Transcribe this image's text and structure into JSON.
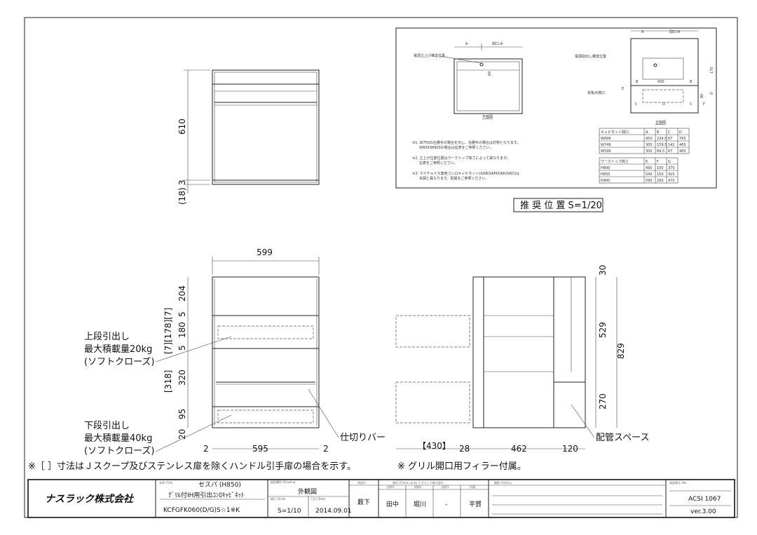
{
  "top_view": {
    "dims": [
      "610",
      "3",
      "(18)"
    ]
  },
  "inset": {
    "plan_label": "平面図",
    "front_label": "正面図",
    "opening_a": "間口-A",
    "a": "A",
    "b": "B",
    "c": "C",
    "d": "D",
    "e": "E",
    "f": "F",
    "g": "G",
    "power_up": "電源立上げ推奨位置",
    "power_out": "電源取出し推奨位置",
    "back_hole": "背板点検口",
    "dim_60": "60",
    "dim_430": "430",
    "dim_170": "170",
    "dim_80": "80",
    "notes": [
      "※1. W750の左勝手の場合を示し、右勝手の場合は対称となります。",
      "W600/W900の場合は右表をご参照ください。",
      "※2. 立上げ位置位置はワークトップ高さによって異なります。",
      "右表をご参照ください。",
      "※3. マイチョイス専用コンロキャビネット(GKB/GKM/GKK/GKD)は",
      "本図と異なります。別図をご参照ください。"
    ],
    "table1": {
      "headers": [
        "キャビネット間口",
        "A",
        "B",
        "C",
        "D"
      ],
      "rows": [
        [
          "W899",
          "450",
          "234.5",
          "67",
          "765"
        ],
        [
          "W749",
          "300",
          "159.5",
          "142",
          "465"
        ],
        [
          "W599",
          "300",
          "84.5",
          "67",
          "465"
        ]
      ]
    },
    "table2": {
      "headers": [
        "ワークトップ高さ",
        "E",
        "F",
        "G"
      ],
      "rows": [
        [
          "H800",
          "490",
          "100",
          "370"
        ],
        [
          "H850",
          "540",
          "150",
          "420"
        ],
        [
          "H900",
          "590",
          "200",
          "470"
        ]
      ]
    },
    "caption": "推 奨 位 置  S=1/20"
  },
  "front_view": {
    "width": "599",
    "left_dims": [
      "204",
      "5",
      "180",
      "5",
      "320",
      "95",
      "20"
    ],
    "bracket_upper": "[7][178][7]",
    "bracket_lower": "[318]",
    "bottom_dims": [
      "2",
      "595",
      "2"
    ],
    "upper_drawer": [
      "上段引出し",
      "最大積載量20kg",
      "(ソフトクローズ)"
    ],
    "lower_drawer": [
      "下段引出し",
      "最大積載量40kg",
      "(ソフトクローズ)"
    ],
    "divider": "仕切りバー"
  },
  "side_view": {
    "right_dims": [
      "30",
      "529",
      "829",
      "270"
    ],
    "bottom_dims": [
      "【430】",
      "28",
      "462",
      "120"
    ],
    "piping": "配管スペース"
  },
  "notes": {
    "left": "※［ ］寸法はＪスクープ及びステンレス扉を除くハンドル引手扉の場合を示す。",
    "right": "※ グリル開口用フィラー付属。"
  },
  "title_block": {
    "company": "ナスラック株式会社",
    "name_caption": "名称 /Title",
    "name": "セスパ (H850)",
    "subtitle": "ｸﾞﾘﾙ付IH用引出ｺﾝﾛｷｬﾋﾞﾈｯﾄ",
    "model": "KCFGFK060(D/G)S☆1※K",
    "drawing_caption": "図面種別 /Drawing",
    "drawing_type": "外観図",
    "scale_caption": "縮尺 /Scale",
    "scale": "S=1/10",
    "date_caption": "日付 /Date",
    "date": "2014.09.01",
    "approval_caption": "承認印",
    "approval": "薮下",
    "check_caption": "検印 /Check up by ナスラック株式会社",
    "checkers": [
      {
        "role": "技術3",
        "name": "田中"
      },
      {
        "role": "技術2",
        "name": "堀川"
      },
      {
        "role": "技術1",
        "name": "-"
      },
      {
        "role": "作図",
        "name": "平賀"
      }
    ],
    "history_caption": "履歴 /History",
    "number_caption": "図面番号 /No.",
    "number": "ACSI 1067",
    "version": "ver.3.00"
  }
}
